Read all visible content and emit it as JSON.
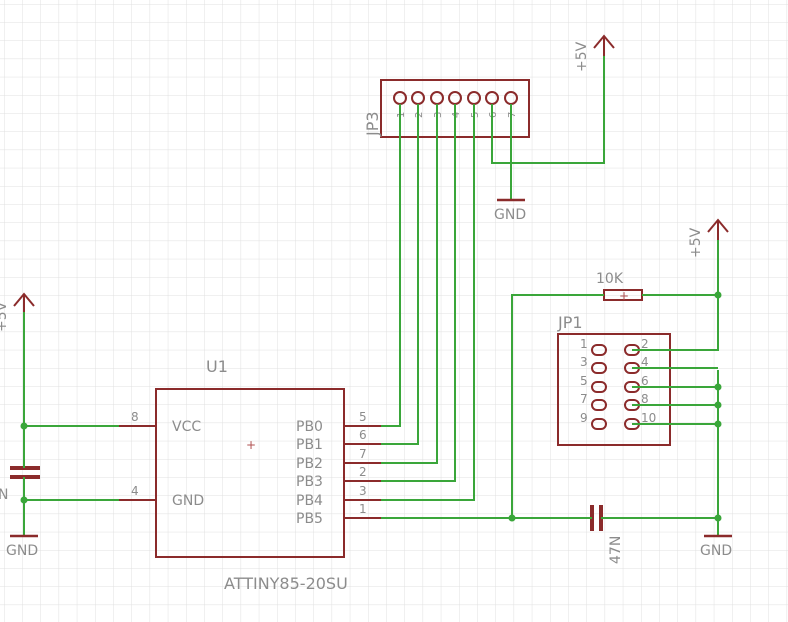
{
  "u1": {
    "name": "U1",
    "value": "ATTINY85-20SU",
    "left_pins": [
      {
        "label": "VCC",
        "num": "8"
      },
      {
        "label": "GND",
        "num": "4"
      }
    ],
    "right_pins": [
      {
        "label": "PB0",
        "num": "5"
      },
      {
        "label": "PB1",
        "num": "6"
      },
      {
        "label": "PB2",
        "num": "7"
      },
      {
        "label": "PB3",
        "num": "2"
      },
      {
        "label": "PB4",
        "num": "3"
      },
      {
        "label": "PB5",
        "num": "1"
      }
    ]
  },
  "jp3": {
    "name": "JP3",
    "pins": [
      "1",
      "2",
      "3",
      "4",
      "5",
      "6",
      "7"
    ]
  },
  "jp1": {
    "name": "JP1",
    "left_pins": [
      "1",
      "3",
      "5",
      "7",
      "9"
    ],
    "right_pins": [
      "2",
      "4",
      "6",
      "8",
      "10"
    ]
  },
  "r1": {
    "value": "10K"
  },
  "c_reset": {
    "value": "47N"
  },
  "c_left": {
    "value": "N"
  },
  "supply": {
    "plus": "+5V",
    "gnd": "GND",
    "left_plus_partial": "+5V"
  },
  "colors": {
    "wire": "#3aa63a",
    "symbol": "#8b2b2b",
    "text": "#8c8c8c",
    "grid": "#dedede"
  }
}
